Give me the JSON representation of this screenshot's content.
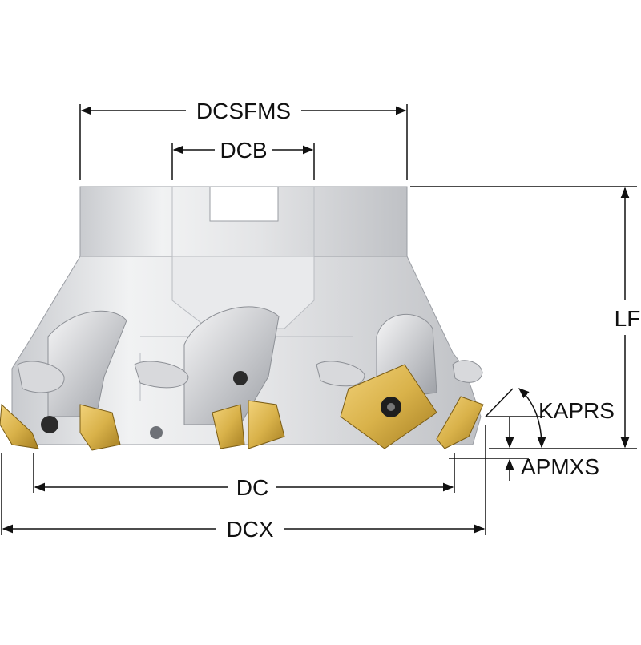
{
  "labels": {
    "dcsfms": "DCSFMS",
    "dcb": "DCB",
    "lf": "LF",
    "kaprs": "KAPRS",
    "apmxs": "APMXS",
    "dc": "DC",
    "dcx": "DCX"
  },
  "colors": {
    "body_light": "#f2f2f3",
    "body_mid": "#d6d7da",
    "body_dark": "#9fa2a8",
    "insert_gold": "#d9b24a",
    "insert_gold_dark": "#a67f22",
    "line": "#111111"
  }
}
